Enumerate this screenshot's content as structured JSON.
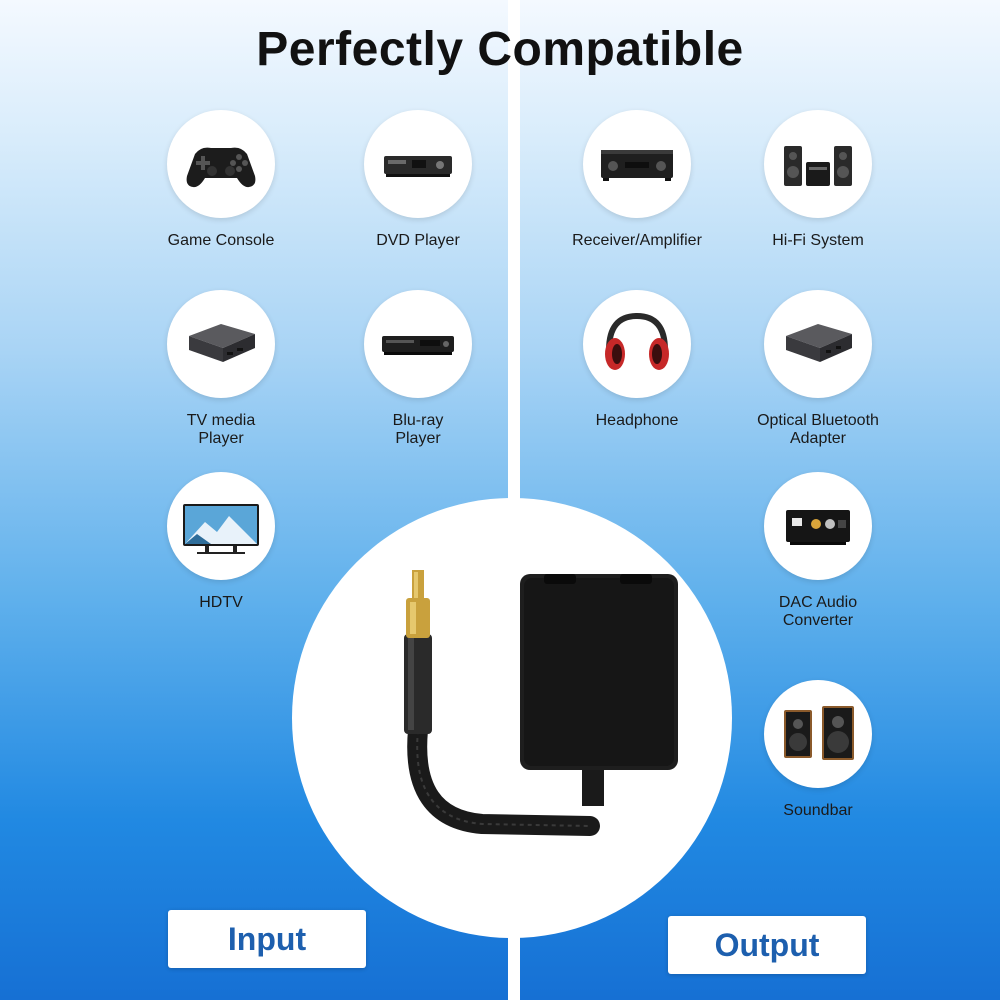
{
  "title": "Perfectly Compatible",
  "input_devices": [
    {
      "label": "Game Console",
      "icon": "gamepad-icon"
    },
    {
      "label": "DVD Player",
      "icon": "dvd-player-icon"
    },
    {
      "label": "TV media\nPlayer",
      "icon": "tv-box-icon"
    },
    {
      "label": "Blu-ray\nPlayer",
      "icon": "bluray-player-icon"
    },
    {
      "label": "HDTV",
      "icon": "tv-icon"
    }
  ],
  "output_devices": [
    {
      "label": "Receiver/Amplifier",
      "icon": "receiver-icon"
    },
    {
      "label": "Hi-Fi System",
      "icon": "hifi-system-icon"
    },
    {
      "label": "Headphone",
      "icon": "headphone-icon"
    },
    {
      "label": "Optical Bluetooth\nAdapter",
      "icon": "bluetooth-adapter-icon"
    },
    {
      "label": "DAC Audio\nConverter",
      "icon": "dac-converter-icon"
    },
    {
      "label": "Soundbar",
      "icon": "speakers-icon"
    }
  ],
  "input_label": "Input",
  "output_label": "Output",
  "colors": {
    "accent": "#1d5fae",
    "panel_top": "#f4f9ff",
    "panel_bottom": "#1670d4"
  }
}
